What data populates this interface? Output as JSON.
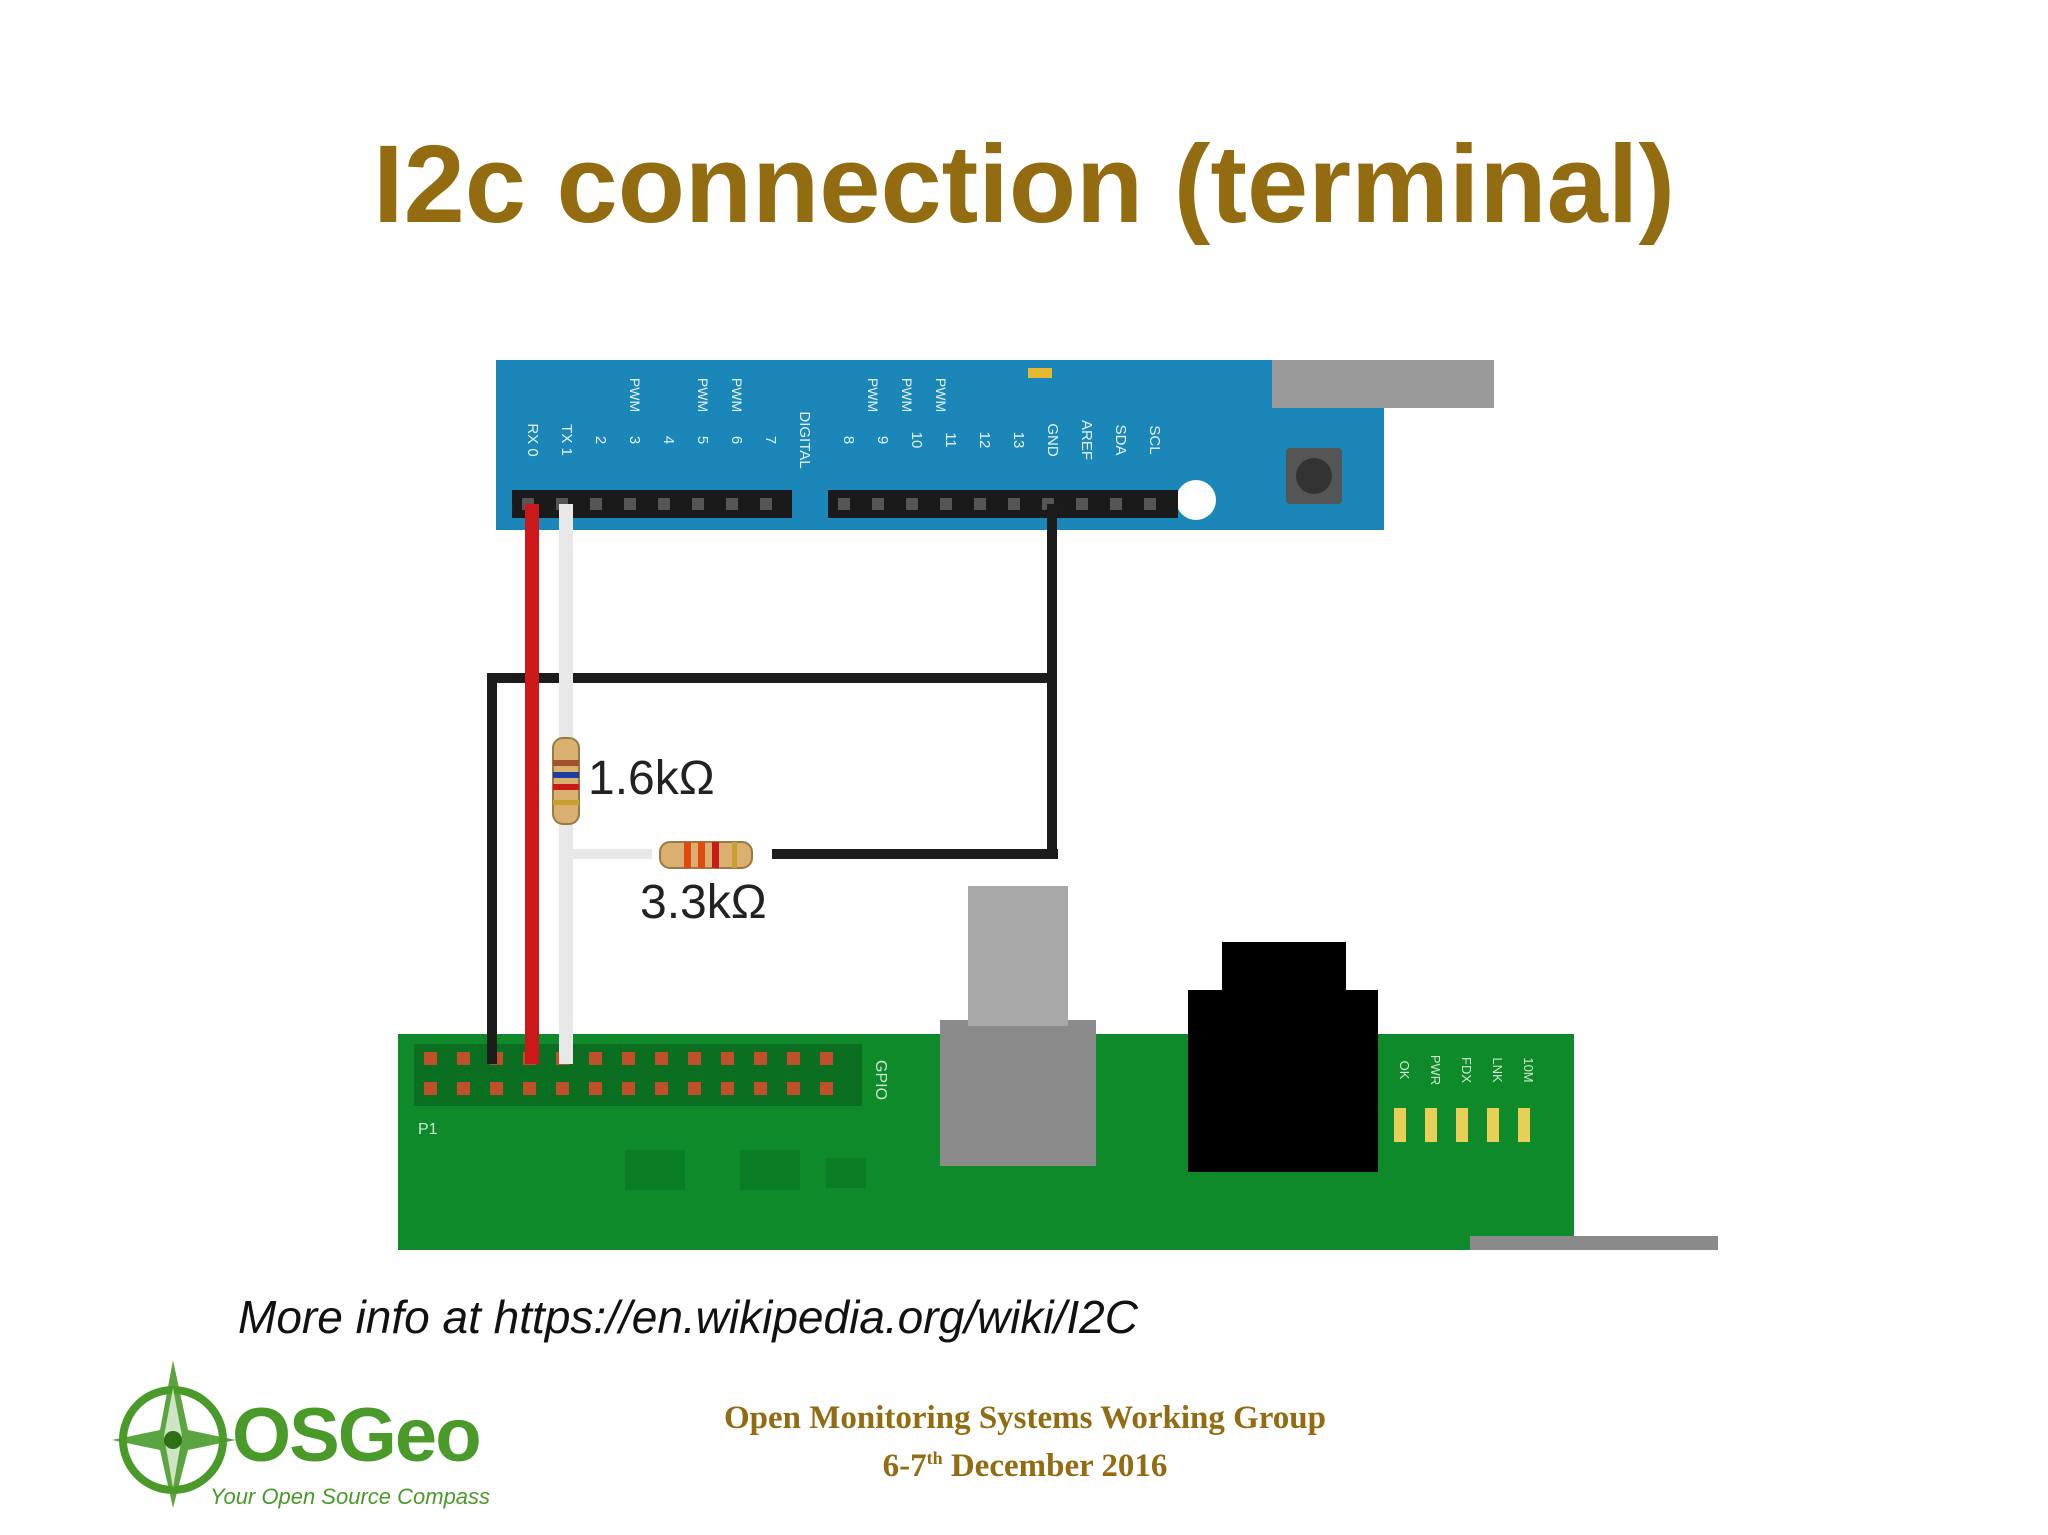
{
  "slide": {
    "title": "I2c connection (terminal)",
    "info": "More info at https://en.wikipedia.org/wiki/I2C",
    "footer": {
      "line1": "Open Monitoring Systems Working Group",
      "date_prefix": "6-7",
      "date_sup": "th",
      "date_suffix": " December 2016"
    }
  },
  "diagram": {
    "arduino_pins_left": [
      "RX 0",
      "TX 1",
      "2",
      "3",
      "4",
      "5",
      "6",
      "7",
      "DIGITAL"
    ],
    "arduino_pins_right": [
      "8",
      "9",
      "10",
      "11",
      "12",
      "13",
      "GND",
      "AREF",
      "SDA",
      "SCL"
    ],
    "pwm_labels": [
      "PWM",
      "PWM",
      "PWM",
      "PWM",
      "PWM",
      "PWM"
    ],
    "resistor_1": "1.6kΩ",
    "resistor_2": "3.3kΩ",
    "pi_header_label": "P1",
    "pi_gpio_label": "GPIO",
    "pi_led_labels": [
      "OK",
      "PWR",
      "FDX",
      "LNK",
      "10M"
    ],
    "colors": {
      "arduino_board": "#1b86b8",
      "pi_board": "#0e8a2a",
      "wire_red": "#cc1818",
      "wire_white": "#f4f4f4",
      "wire_black": "#1c1c1c",
      "title": "#936b10"
    }
  },
  "logo": {
    "name": "OSGeo",
    "tagline": "Your Open Source Compass"
  }
}
